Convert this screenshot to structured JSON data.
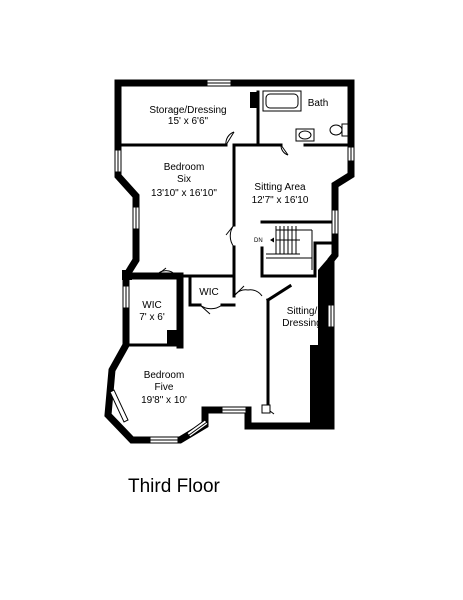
{
  "floor_title": "Third Floor",
  "rooms": {
    "storage_dressing": {
      "name": "Storage/Dressing",
      "size": "15' x 6'6\""
    },
    "bath": {
      "name": "Bath"
    },
    "bedroom_six": {
      "name_line1": "Bedroom",
      "name_line2": "Six",
      "size": "13'10\" x 16'10\""
    },
    "sitting_area": {
      "name": "Sitting Area",
      "size": "12'7\" x 16'10"
    },
    "wic_left": {
      "name": "WIC",
      "size": "7' x 6'"
    },
    "wic_small": {
      "name": "WIC"
    },
    "sitting_dressing": {
      "name_line1": "Sitting/",
      "name_line2": "Dressing"
    },
    "bedroom_five": {
      "name_line1": "Bedroom",
      "name_line2": "Five",
      "size": "19'8\" x 10'"
    }
  },
  "stairs": {
    "label": "DN"
  }
}
